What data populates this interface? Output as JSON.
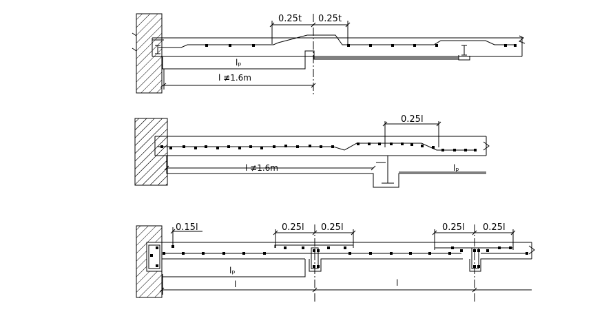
{
  "diagrams": [
    {
      "id": "top",
      "labels": {
        "dim_left": "0.25t",
        "dim_right": "0.25t",
        "lp": "lₚ",
        "span": "l ≢1.6m"
      }
    },
    {
      "id": "middle",
      "labels": {
        "dim": "0.25l",
        "span": "l ≢1.6m",
        "lp": "lₚ"
      }
    },
    {
      "id": "bottom",
      "labels": {
        "dim_wall": "0.15l",
        "dim_a1": "0.25l",
        "dim_a2": "0.25l",
        "dim_b1": "0.25l",
        "dim_b2": "0.25l",
        "lp": "lₚ",
        "span1": "l",
        "span2": "l"
      }
    }
  ],
  "colors": {
    "line": "#000000",
    "background": "#ffffff"
  }
}
